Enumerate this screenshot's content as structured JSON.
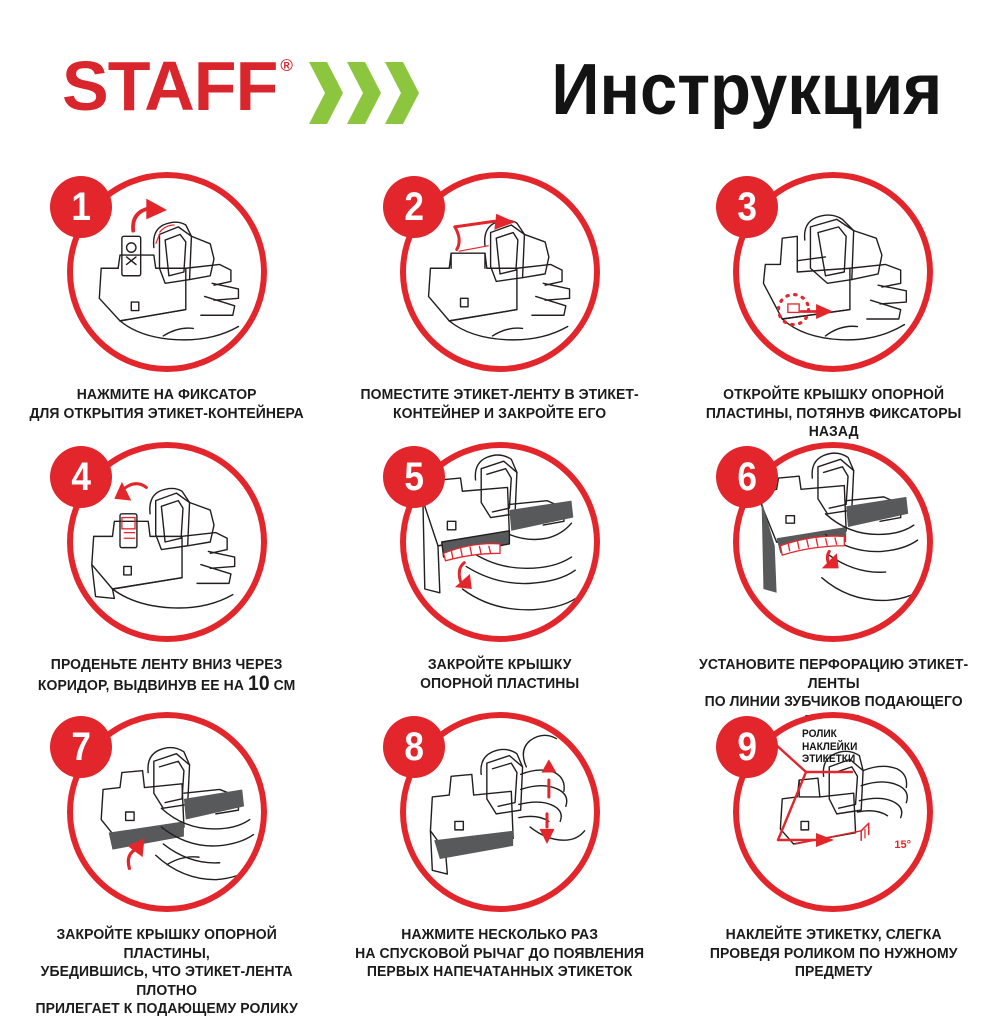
{
  "brand": {
    "name": "STAFF",
    "registered_mark": "®",
    "chevron_count": 3,
    "logo_color": "#d8262c",
    "chevron_color": "#8cc63e"
  },
  "header": {
    "title": "Инструкция",
    "title_color": "#131313"
  },
  "theme": {
    "accent_red": "#e2262b",
    "line_art": "#231f20",
    "text": "#1b1b1b",
    "shadow_fill": "#58595b"
  },
  "steps": [
    {
      "number": "1",
      "caption_lines": [
        "НАЖМИТЕ НА ФИКСАТОР",
        "ДЛЯ ОТКРЫТИЯ ЭТИКЕТ-КОНТЕЙНЕРА"
      ],
      "art": "label-gun-open-latch-curved-arrow"
    },
    {
      "number": "2",
      "caption_lines": [
        "ПОМЕСТИТЕ ЭТИКЕТ-ЛЕНТУ В ЭТИКЕТ-",
        "КОНТЕЙНЕР И ЗАКРОЙТЕ ЕГО"
      ],
      "art": "label-gun-insert-tape-roll"
    },
    {
      "number": "3",
      "caption_lines": [
        "ОТКРОЙТЕ КРЫШКУ ОПОРНОЙ",
        "ПЛАСТИНЫ, ПОТЯНУВ ФИКСАТОРЫ НАЗАД"
      ],
      "art": "label-gun-pull-latches-dotted-highlight"
    },
    {
      "number": "4",
      "caption_lines": [
        "ПРОДЕНЬТЕ ЛЕНТУ ВНИЗ ЧЕРЕЗ",
        "КОРИДОР, ВЫДВИНУВ ЕЕ НА 10 СМ"
      ],
      "caption_emphasis": "10",
      "art": "label-gun-thread-tape-down"
    },
    {
      "number": "5",
      "caption_lines": [
        "ЗАКРОЙТЕ КРЫШКУ",
        "ОПОРНОЙ ПЛАСТИНЫ"
      ],
      "art": "label-gun-close-plate-cover"
    },
    {
      "number": "6",
      "caption_lines": [
        "УСТАНОВИТЕ ПЕРФОРАЦИЮ ЭТИКЕТ-ЛЕНТЫ",
        "ПО ЛИНИИ ЗУБЧИКОВ ПОДАЮЩЕГО РОЛИКА"
      ],
      "art": "label-gun-align-perforation-feed-roller"
    },
    {
      "number": "7",
      "caption_lines": [
        "ЗАКРОЙТЕ КРЫШКУ ОПОРНОЙ ПЛАСТИНЫ,",
        "УБЕДИВШИСЬ, ЧТО ЭТИКЕТ-ЛЕНТА ПЛОТНО",
        "ПРИЛЕГАЕТ К ПОДАЮЩЕМУ РОЛИКУ"
      ],
      "art": "label-gun-close-cover-press-up"
    },
    {
      "number": "8",
      "caption_lines": [
        "НАЖМИТЕ НЕСКОЛЬКО РАЗ",
        "НА СПУСКОВОЙ РЫЧАГ ДО ПОЯВЛЕНИЯ",
        "ПЕРВЫХ НАПЕЧАТАННЫХ ЭТИКЕТОК"
      ],
      "art": "label-gun-squeeze-trigger"
    },
    {
      "number": "9",
      "caption_lines": [
        "НАКЛЕЙТЕ ЭТИКЕТКУ, СЛЕГКА",
        "ПРОВЕДЯ РОЛИКОМ ПО НУЖНОМУ",
        "ПРЕДМЕТУ"
      ],
      "art": "label-gun-apply-label-angle",
      "callout_lines": [
        "РОЛИК",
        "НАКЛЕЙКИ",
        "ЭТИКЕТКИ"
      ],
      "angle_label": "15°"
    }
  ]
}
